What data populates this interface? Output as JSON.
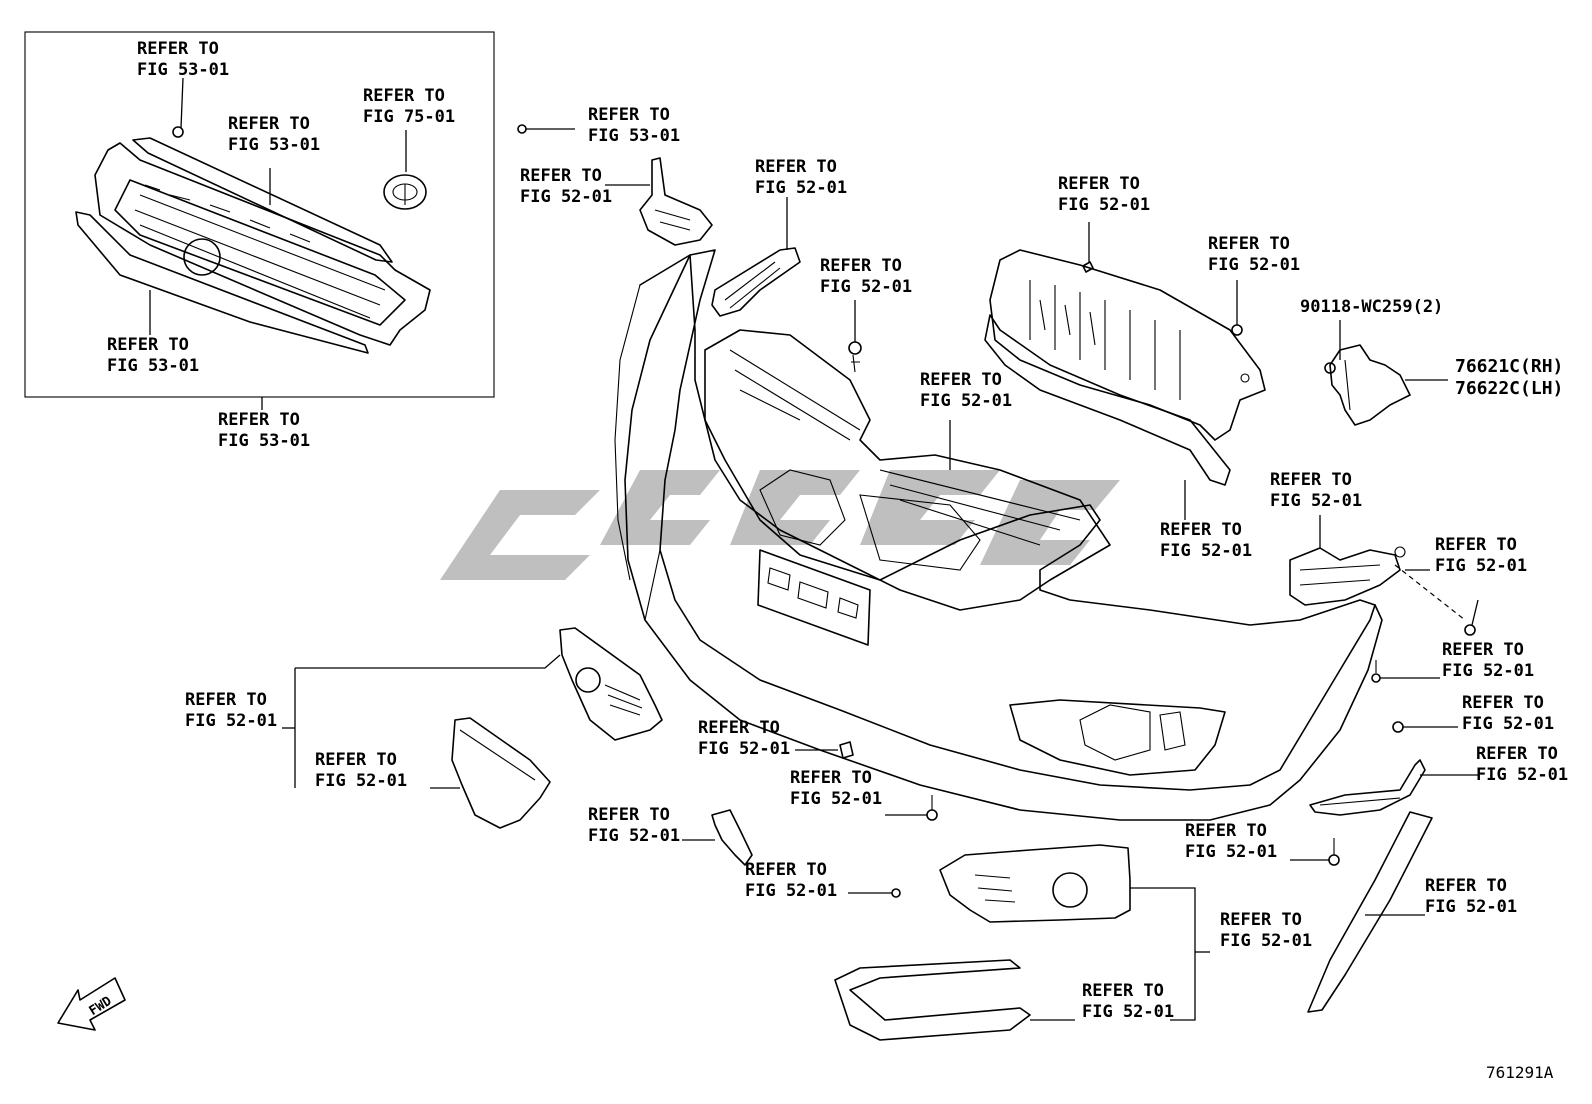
{
  "callouts": [
    {
      "id": "c1",
      "line1": "REFER TO",
      "line2": "FIG 53-01"
    },
    {
      "id": "c2",
      "line1": "REFER TO",
      "line2": "FIG 53-01"
    },
    {
      "id": "c3",
      "line1": "REFER TO",
      "line2": "FIG 75-01"
    },
    {
      "id": "c4",
      "line1": "REFER TO",
      "line2": "FIG 53-01"
    },
    {
      "id": "c5",
      "line1": "REFER TO",
      "line2": "FIG 53-01"
    },
    {
      "id": "c6",
      "line1": "REFER TO",
      "line2": "FIG 53-01"
    },
    {
      "id": "c7",
      "line1": "REFER TO",
      "line2": "FIG 52-01"
    },
    {
      "id": "c8",
      "line1": "REFER TO",
      "line2": "FIG 52-01"
    },
    {
      "id": "c9",
      "line1": "REFER TO",
      "line2": "FIG 52-01"
    },
    {
      "id": "c10",
      "line1": "REFER TO",
      "line2": "FIG 52-01"
    },
    {
      "id": "c11",
      "line1": "REFER TO",
      "line2": "FIG 52-01"
    },
    {
      "id": "c12",
      "line1": "REFER TO",
      "line2": "FIG 52-01"
    },
    {
      "id": "c13",
      "line1": "REFER TO",
      "line2": "FIG 52-01"
    },
    {
      "id": "c14",
      "line1": "REFER TO",
      "line2": "FIG 52-01"
    },
    {
      "id": "c15",
      "line1": "REFER TO",
      "line2": "FIG 52-01"
    },
    {
      "id": "c16",
      "line1": "REFER TO",
      "line2": "FIG 52-01"
    },
    {
      "id": "c17",
      "line1": "REFER TO",
      "line2": "FIG 52-01"
    },
    {
      "id": "c18",
      "line1": "REFER TO",
      "line2": "FIG 52-01"
    },
    {
      "id": "c19",
      "line1": "REFER TO",
      "line2": "FIG 52-01"
    },
    {
      "id": "c20",
      "line1": "REFER TO",
      "line2": "FIG 52-01"
    },
    {
      "id": "c21",
      "line1": "REFER TO",
      "line2": "FIG 52-01"
    },
    {
      "id": "c22",
      "line1": "REFER TO",
      "line2": "FIG 52-01"
    },
    {
      "id": "c23",
      "line1": "REFER TO",
      "line2": "FIG 52-01"
    },
    {
      "id": "c24",
      "line1": "REFER TO",
      "line2": "FIG 52-01"
    },
    {
      "id": "c25",
      "line1": "REFER TO",
      "line2": "FIG 52-01"
    },
    {
      "id": "c26",
      "line1": "REFER TO",
      "line2": "FIG 52-01"
    },
    {
      "id": "c27",
      "line1": "REFER TO",
      "line2": "FIG 52-01"
    },
    {
      "id": "c28",
      "line1": "REFER TO",
      "line2": "FIG 52-01"
    }
  ],
  "part_numbers": {
    "clip": "90118-WC259(2)",
    "mudguard_rh": "76621C(RH)",
    "mudguard_lh": "76622C(LH)"
  },
  "fwd_label": "FWD",
  "diagram_id": "761291A"
}
